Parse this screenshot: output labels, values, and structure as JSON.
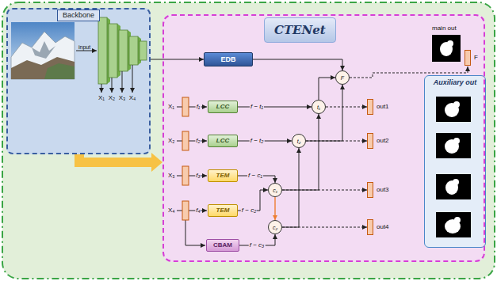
{
  "diagram": {
    "nodes": [
      {
        "text": [
          "Backbone"
        ]
      },
      {
        "text": [
          "CTENet"
        ]
      },
      {
        "text": [
          "EDB"
        ],
        "in": 1
      },
      {
        "text": [
          "LCC"
        ],
        "in": 1
      },
      {
        "text": [
          "LCC"
        ],
        "in": 1
      },
      {
        "text": [
          "TEM"
        ],
        "in": 1
      },
      {
        "text": [
          "TEM"
        ],
        "in": 1
      },
      {
        "text": [
          "CBAM"
        ],
        "in": 1
      },
      {
        "text": [
          "t₁"
        ],
        "in": 1
      },
      {
        "text": [
          "t₂"
        ],
        "in": 1
      },
      {
        "text": [
          "c₁"
        ],
        "in": 1
      },
      {
        "text": [
          "c₂"
        ],
        "in": 1
      },
      {
        "text": [
          "F"
        ],
        "in": 1
      },
      {
        "text": [
          "F"
        ],
        "in": 1
      },
      {
        "text": [
          "out1"
        ],
        "in": 1
      },
      {
        "text": [
          "out2"
        ],
        "in": 1
      },
      {
        "text": [
          "out3"
        ],
        "in": 1
      },
      {
        "text": [
          "out4"
        ],
        "in": 1
      },
      {
        "text": [
          "Auxiliary out"
        ],
        "in": 1
      }
    ],
    "edges": [
      {
        "from": 0,
        "to": 1,
        "arrow": "to"
      },
      {
        "from": 0,
        "to": 2,
        "arrow": "to"
      },
      {
        "from": 2,
        "to": 12,
        "arrow": "to"
      },
      {
        "from": 3,
        "to": 8,
        "label": "f − t₁",
        "arrow": "to"
      },
      {
        "from": 4,
        "to": 9,
        "label": "f − t₂",
        "arrow": "to"
      },
      {
        "from": 5,
        "to": 10,
        "label": "f − c₁",
        "arrow": "to"
      },
      {
        "from": 6,
        "to": 10,
        "label": "f − c₂",
        "arrow": "to"
      },
      {
        "from": 7,
        "to": 11,
        "label": "f − c₃",
        "arrow": "to"
      },
      {
        "from": 10,
        "to": 11,
        "arrow": "to"
      },
      {
        "from": 10,
        "to": 8,
        "arrow": "to"
      },
      {
        "from": 11,
        "to": 9,
        "arrow": "to"
      },
      {
        "from": 8,
        "to": 12,
        "arrow": "to"
      },
      {
        "from": 9,
        "to": 12,
        "arrow": "to"
      },
      {
        "from": 12,
        "to": 13,
        "arrow": "to"
      },
      {
        "from": 8,
        "to": 14,
        "arrow": "to"
      },
      {
        "from": 9,
        "to": 15,
        "arrow": "to"
      },
      {
        "from": 10,
        "to": 16,
        "arrow": "to"
      },
      {
        "from": 11,
        "to": 17,
        "arrow": "to"
      }
    ],
    "labels": [
      "input",
      "X₁",
      "X₂",
      "X₃",
      "X₄",
      "X₁",
      "X₂",
      "X₃",
      "X₄",
      "f₁",
      "f₂",
      "f₃",
      "f₄",
      "main out"
    ]
  }
}
